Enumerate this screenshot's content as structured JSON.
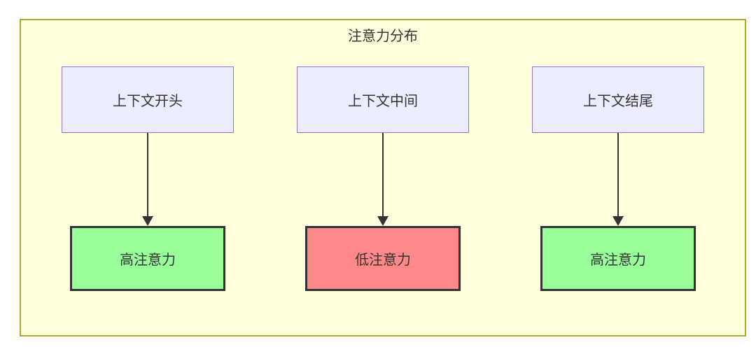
{
  "diagram": {
    "title": "注意力分布",
    "columns": [
      {
        "source": "上下文开头",
        "result": "高注意力",
        "level": "high"
      },
      {
        "source": "上下文中间",
        "result": "低注意力",
        "level": "low"
      },
      {
        "source": "上下文结尾",
        "result": "高注意力",
        "level": "high"
      }
    ],
    "colors": {
      "container_bg": "#FFFFDE",
      "container_border": "#AAAA33",
      "source_node_bg": "#ECECFF",
      "source_node_border": "#9370DB",
      "high_attention_bg": "#99FF99",
      "low_attention_bg": "#FF8888",
      "result_node_border": "#333333",
      "arrow_color": "#333333",
      "text_color": "#333333"
    }
  }
}
